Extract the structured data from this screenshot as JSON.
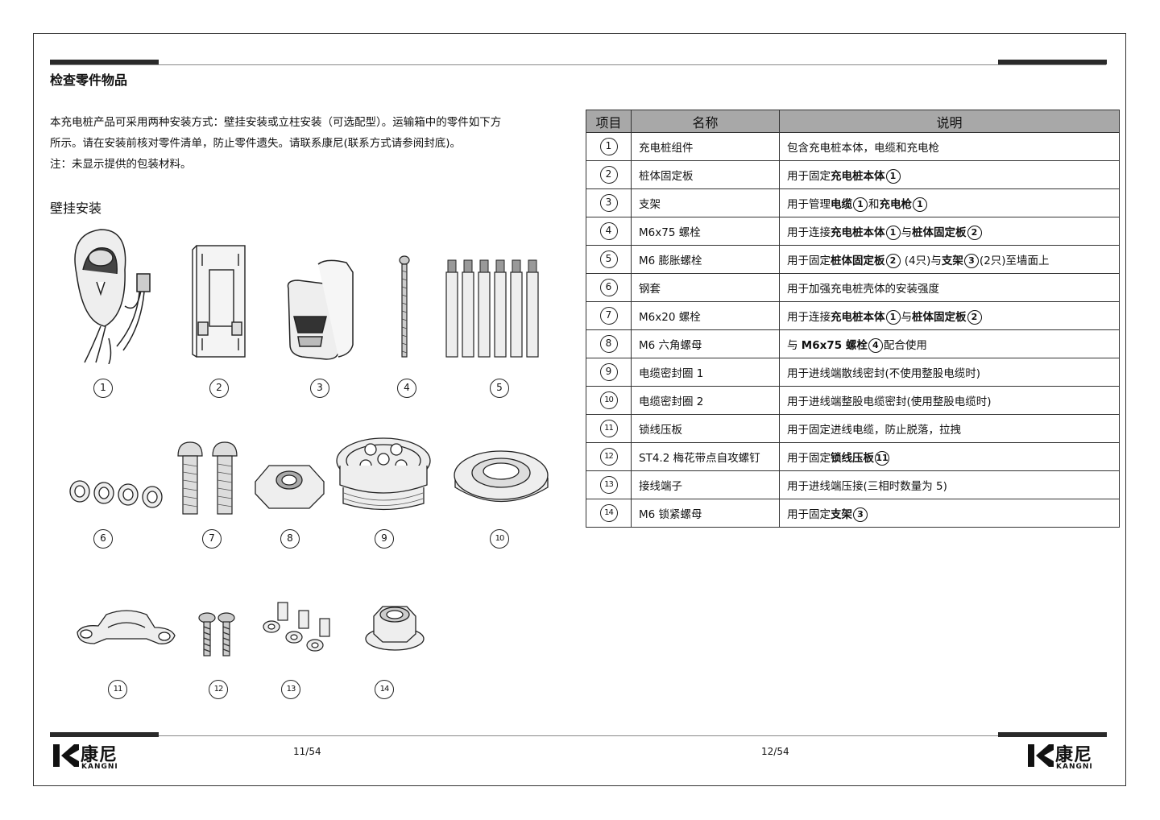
{
  "heading": "检查零件物品",
  "intro": {
    "line1": "本充电桩产品可采用两种安装方式：壁挂安装或立柱安装（可选配型）。运输箱中的零件如下方",
    "line2": "所示。请在安装前核对零件清单，防止零件遗失。请联系康尼(联系方式请参阅封底)。",
    "line3": "注：未显示提供的包装材料。"
  },
  "subheading": "壁挂安装",
  "figure_labels": [
    "1",
    "2",
    "3",
    "4",
    "5",
    "6",
    "7",
    "8",
    "9",
    "10",
    "11",
    "12",
    "13",
    "14"
  ],
  "table": {
    "headers": [
      "项目",
      "名称",
      "说明"
    ],
    "rows": [
      {
        "no": "1",
        "name": "充电桩组件",
        "desc": [
          {
            "t": "包含充电桩本体，电缆和充电枪"
          }
        ]
      },
      {
        "no": "2",
        "name": "桩体固定板",
        "desc": [
          {
            "t": "用于固定"
          },
          {
            "b": "充电桩本体"
          },
          {
            "c": "1"
          }
        ]
      },
      {
        "no": "3",
        "name": "支架",
        "desc": [
          {
            "t": "用于管理"
          },
          {
            "b": "电缆"
          },
          {
            "c": "1"
          },
          {
            "t": "和"
          },
          {
            "b": "充电枪"
          },
          {
            "c": "1"
          }
        ]
      },
      {
        "no": "4",
        "name": "M6x75 螺栓",
        "desc": [
          {
            "t": "用于连接"
          },
          {
            "b": "充电桩本体"
          },
          {
            "c": "1"
          },
          {
            "t": "与"
          },
          {
            "b": "桩体固定板"
          },
          {
            "c": "2"
          }
        ]
      },
      {
        "no": "5",
        "name": "M6 膨胀螺栓",
        "desc": [
          {
            "t": "用于固定"
          },
          {
            "b": "桩体固定板"
          },
          {
            "c": "2"
          },
          {
            "t": " (4只)与"
          },
          {
            "b": "支架"
          },
          {
            "c": "3"
          },
          {
            "t": "(2只)至墙面上"
          }
        ]
      },
      {
        "no": "6",
        "name": "钢套",
        "desc": [
          {
            "t": "用于加强充电桩壳体的安装强度"
          }
        ]
      },
      {
        "no": "7",
        "name": "M6x20 螺栓",
        "desc": [
          {
            "t": "用于连接"
          },
          {
            "b": "充电桩本体"
          },
          {
            "c": "1"
          },
          {
            "t": "与"
          },
          {
            "b": "桩体固定板"
          },
          {
            "c": "2"
          }
        ]
      },
      {
        "no": "8",
        "name": "M6 六角螺母",
        "desc": [
          {
            "t": "与 "
          },
          {
            "b": "M6x75 螺栓"
          },
          {
            "c": "4"
          },
          {
            "t": "配合使用"
          }
        ]
      },
      {
        "no": "9",
        "name": "电缆密封圈 1",
        "desc": [
          {
            "t": "用于进线端散线密封(不使用整股电缆时)"
          }
        ]
      },
      {
        "no": "10",
        "name": "电缆密封圈 2",
        "desc": [
          {
            "t": "用于进线端整股电缆密封(使用整股电缆时)"
          }
        ]
      },
      {
        "no": "11",
        "name": "锁线压板",
        "desc": [
          {
            "t": "用于固定进线电缆，防止脱落，拉拽"
          }
        ]
      },
      {
        "no": "12",
        "name": "ST4.2 梅花带点自攻螺钉",
        "desc": [
          {
            "t": "用于固定"
          },
          {
            "b": "锁线压板"
          },
          {
            "c": "11"
          }
        ]
      },
      {
        "no": "13",
        "name": "接线端子",
        "desc": [
          {
            "t": "用于进线端压接(三相时数量为 5)"
          }
        ]
      },
      {
        "no": "14",
        "name": "M6 锁紧螺母",
        "desc": [
          {
            "t": "用于固定"
          },
          {
            "b": "支架"
          },
          {
            "c": "3"
          }
        ]
      }
    ]
  },
  "footer": {
    "page_left": "11/54",
    "page_right": "12/54",
    "logo_cn": "康尼",
    "logo_en": "KANGNI"
  }
}
